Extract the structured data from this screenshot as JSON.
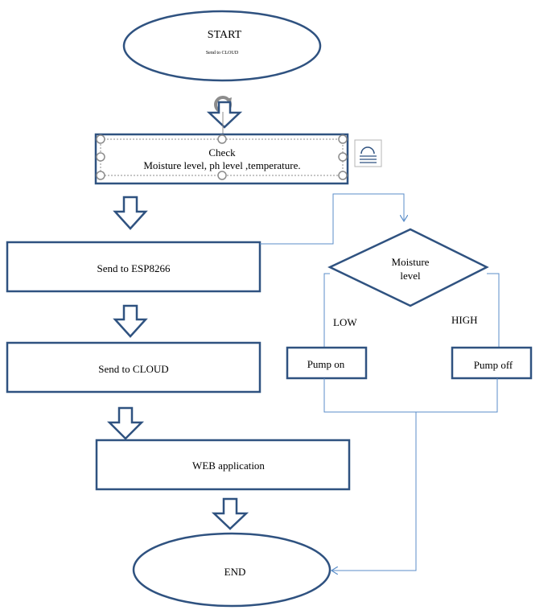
{
  "colors": {
    "shape_stroke": "#2f5280",
    "connector": "#5b8ec9",
    "handle": "#8c8c8c",
    "text": "#000000",
    "background": "#ffffff"
  },
  "nodes": {
    "start": {
      "title": "START",
      "subtitle": "Send to CLOUD"
    },
    "check": {
      "line1": "Check",
      "line2": "Moisture level, ph level ,temperature."
    },
    "esp": {
      "label": "Send to ESP8266"
    },
    "cloud": {
      "label": "Send to CLOUD"
    },
    "web": {
      "label": "WEB application"
    },
    "end": {
      "label": "END"
    },
    "moisture": {
      "line1": "Moisture",
      "line2": "level"
    },
    "pump_on": {
      "label": "Pump on"
    },
    "pump_off": {
      "label": "Pump off"
    }
  },
  "edge_labels": {
    "low": "LOW",
    "high": "HIGH"
  },
  "editor_overlay": {
    "rotate_handle_icon": "rotate-handle-icon",
    "layout_options_icon": "layout-options-icon"
  }
}
